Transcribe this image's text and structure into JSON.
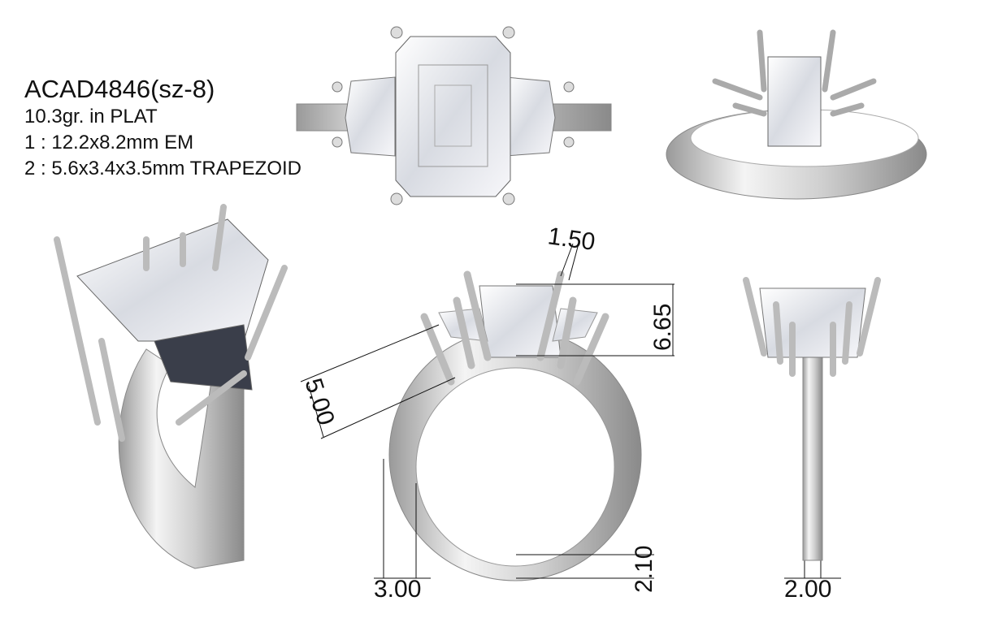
{
  "info": {
    "title": "ACAD4846(sz-8)",
    "weight": "10.3gr.  in PLAT",
    "stone1": "1 : 12.2x8.2mm EM",
    "stone2": "2 : 5.6x3.4x3.5mm TRAPEZOID"
  },
  "dimensions": {
    "prong_width": "1.50",
    "setting_height": "6.65",
    "side_height": "5.00",
    "band_bottom_width": "3.00",
    "band_thickness": "2.10",
    "band_side_width": "2.00"
  }
}
